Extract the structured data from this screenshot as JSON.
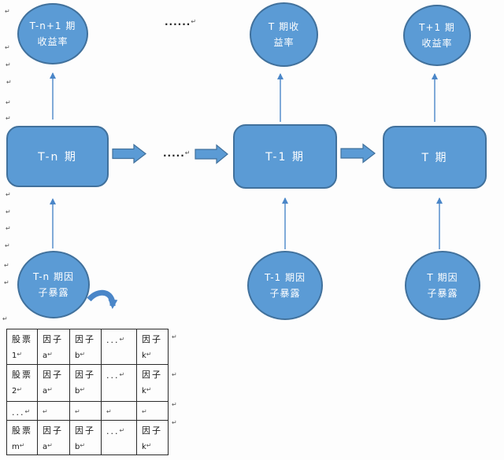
{
  "diagram": {
    "top_circles": [
      {
        "line1": "T-n+1 期",
        "line2": "收益率"
      },
      {
        "line1": "T 期收",
        "line2": "益率"
      },
      {
        "line1": "T+1 期",
        "line2": "收益率"
      }
    ],
    "boxes": [
      {
        "label": "T-n 期"
      },
      {
        "label": "T-1 期"
      },
      {
        "label": "T 期"
      }
    ],
    "bottom_circles": [
      {
        "line1": "T-n 期因",
        "line2": "子暴露"
      },
      {
        "line1": "T-1 期因",
        "line2": "子暴露"
      },
      {
        "line1": "T 期因",
        "line2": "子暴露"
      }
    ],
    "ellipsis_top": "......",
    "ellipsis_mid": ".....",
    "return_mark": "↵"
  },
  "table": {
    "rows": [
      [
        [
          "股票",
          "1↵"
        ],
        [
          "因子",
          "a↵"
        ],
        [
          "因子",
          "b↵"
        ],
        [
          "...↵"
        ],
        [
          "因子",
          "k↵"
        ]
      ],
      [
        [
          "股票",
          "2↵"
        ],
        [
          "因子",
          "a↵"
        ],
        [
          "因子",
          "b↵"
        ],
        [
          "...↵"
        ],
        [
          "因子",
          "k↵"
        ]
      ],
      [
        [
          "...↵"
        ],
        [
          "↵"
        ],
        [
          "↵"
        ],
        [
          "↵"
        ],
        [
          "↵"
        ]
      ],
      [
        [
          "股票",
          "m↵"
        ],
        [
          "因子",
          "a↵"
        ],
        [
          "因子",
          "b↵"
        ],
        [
          "...↵"
        ],
        [
          "因子",
          "k↵"
        ]
      ]
    ]
  },
  "colors": {
    "shape_fill": "#5b9bd5",
    "shape_border": "#41719c",
    "connector": "#4a86c8",
    "table_border": "#2b2b2b",
    "background": "#fdfdfd"
  }
}
